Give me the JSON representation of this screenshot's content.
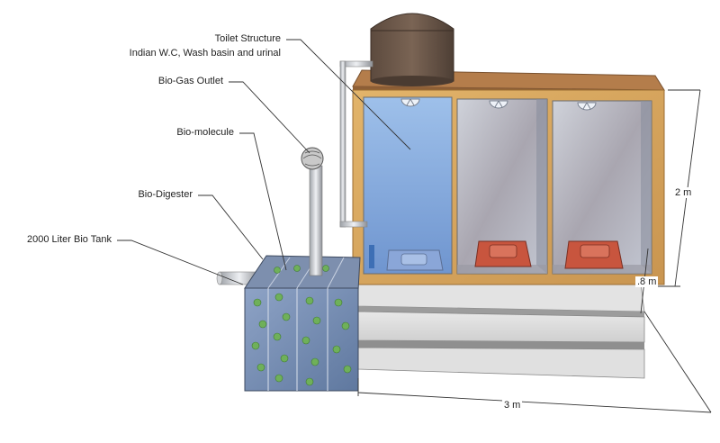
{
  "labels": {
    "toilet_structure": "Toilet Structure",
    "toilet_detail": "Indian W.C, Wash basin and urinal",
    "biogas_outlet": "Bio-Gas Outlet",
    "bio_molecule": "Bio-molecule",
    "bio_digester": "Bio-Digester",
    "bio_tank": "2000 Liter Bio Tank"
  },
  "dimensions": {
    "height": "2 m",
    "plinth": ".8 m",
    "width": "3 m"
  },
  "colors": {
    "wood": "#d9a65a",
    "roof": "#b07a48",
    "water_tank": "#6a5547",
    "glass": "#8fb0d8",
    "squat_pan": "#c8553e",
    "concrete": "#dcdcdc",
    "bio_tank_glass": "#7c93b8",
    "bio_molecule": "#6fb05a",
    "pipe": "#c9cbd0"
  }
}
